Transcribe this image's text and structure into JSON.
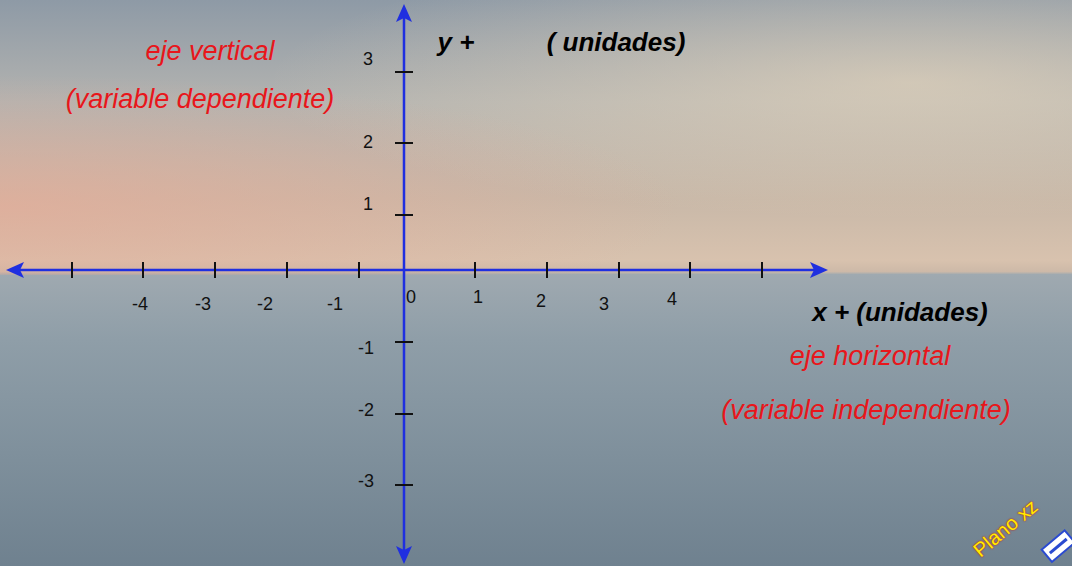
{
  "diagram": {
    "labels": [
      "eje vertical",
      "(variable dependiente)",
      "y +",
      "( unidades)",
      "3",
      "2",
      "1",
      "-4",
      "-3",
      "-2",
      "-1",
      "0",
      "1",
      "2",
      "3",
      "4",
      "x + (unidades)",
      "-1",
      "eje horizontal",
      "-2",
      "(variable independiente)",
      "-3",
      "Plano xz"
    ]
  }
}
